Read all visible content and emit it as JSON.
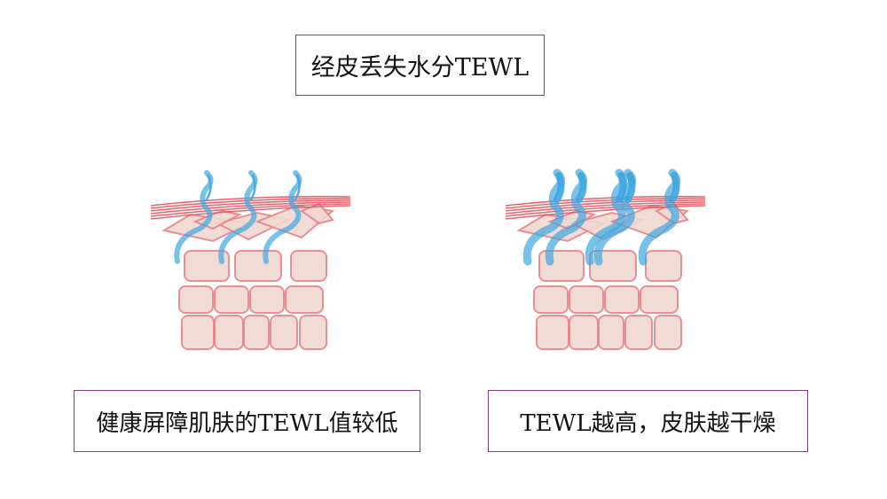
{
  "title": "经皮丢失水分TEWL",
  "captions": {
    "left": "健康屏障肌肤的TEWL值较低",
    "right": "TEWL越高，皮肤越干燥"
  },
  "illustrations": [
    {
      "name": "healthy-skin",
      "water_level": "low"
    },
    {
      "name": "dry-skin",
      "water_level": "high"
    }
  ],
  "colors": {
    "border": "#8b3a87",
    "cell_fill": "#efd9d0",
    "cell_stroke": "#e8828a",
    "water": "#3fa6df"
  }
}
